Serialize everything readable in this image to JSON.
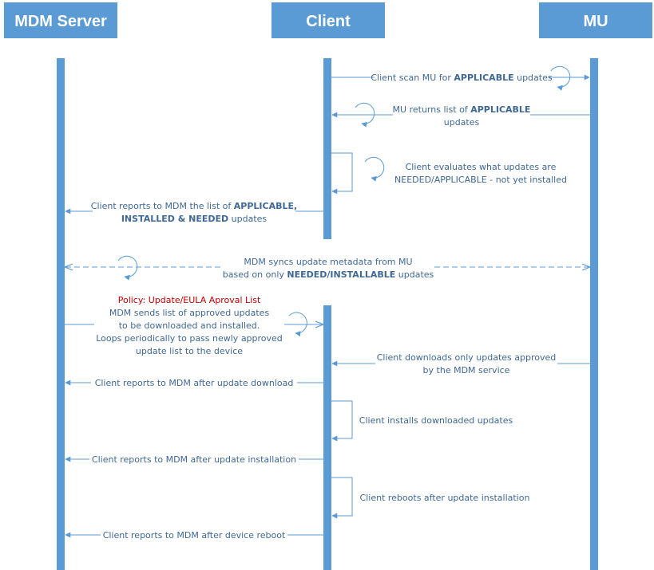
{
  "headers": {
    "mdm": "MDM Server",
    "client": "Client",
    "mu": "MU"
  },
  "messages": {
    "scan": [
      "Client scan MU for ",
      "APPLICABLE",
      " updates"
    ],
    "returns_1": [
      "MU returns list of ",
      "APPLICABLE"
    ],
    "returns_2": "updates",
    "evaluates_1": "Client evaluates what updates are",
    "evaluates_2": "NEEDED/APPLICABLE - not yet installed",
    "reports_1": [
      "Client reports to MDM the list of ",
      "APPLICABLE,"
    ],
    "reports_2": [
      "INSTALLED & NEEDED",
      " updates"
    ],
    "syncs_1": "MDM syncs update metadata from MU",
    "syncs_2": [
      "based on only ",
      "NEEDED/INSTALLABLE",
      " updates"
    ],
    "policy": "Policy: Update/EULA Aproval List",
    "sends_1": "MDM sends list of approved updates",
    "sends_2": "to be downloaded and installed.",
    "sends_3": "Loops periodically to pass newly approved",
    "sends_4": "update list to the device",
    "downloads_1": "Client downloads only updates approved",
    "downloads_2": "by the MDM service",
    "after_download": "Client reports to MDM after update download",
    "installs": "Client installs downloaded updates",
    "after_install": "Client reports to MDM after update installation",
    "reboots": "Client reboots after update installation",
    "after_reboot": "Client reports to MDM after device reboot"
  },
  "colors": {
    "lifeline": "#5b9bd5",
    "header": "#5b9bd5",
    "arrow": "#5b9bd5",
    "text": "#3f6894",
    "policy": "#c00000"
  }
}
